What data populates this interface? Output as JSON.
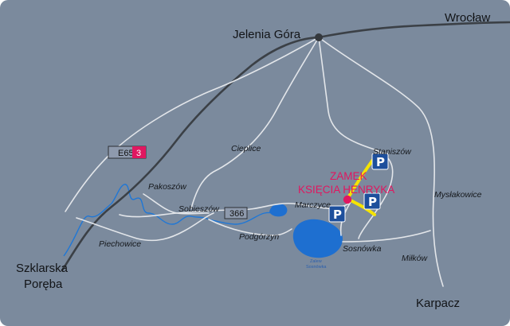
{
  "map": {
    "colors": {
      "background": "#7b8a9d",
      "highlight_route": "#f5e400",
      "castle_marker": "#e01760",
      "water": "#1e6fd0",
      "parking": "#1d4f9c"
    },
    "towns_large": {
      "jelenia_gora": "Jelenia Góra",
      "wroclaw": "Wrocław",
      "szklarska": "Szklarska",
      "poreba": "Poręba",
      "karpacz": "Karpacz"
    },
    "towns_small": {
      "cieplice": "Cieplice",
      "staniszow": "Staniszów",
      "pakoszow": "Pakoszów",
      "sobieszow": "Sobieszów",
      "marczyce": "Marczyce",
      "myslakowice": "Mysłakowice",
      "piechowice": "Piechowice",
      "podgorzyn": "Podgórzyn",
      "sosnowka": "Sosnówka",
      "milkow": "Miłków"
    },
    "castle": {
      "line1": "ZAMEK",
      "line2": "KSIĘCIA HENRYKA",
      "icon": "castle-marker-dot"
    },
    "lake": {
      "line1": "Zalew",
      "line2": "Sosnówka"
    },
    "road_shields": {
      "e65": "E65",
      "route3": "3",
      "route366": "366"
    },
    "parking": {
      "label": "P",
      "icon": "parking-sign-icon"
    }
  }
}
